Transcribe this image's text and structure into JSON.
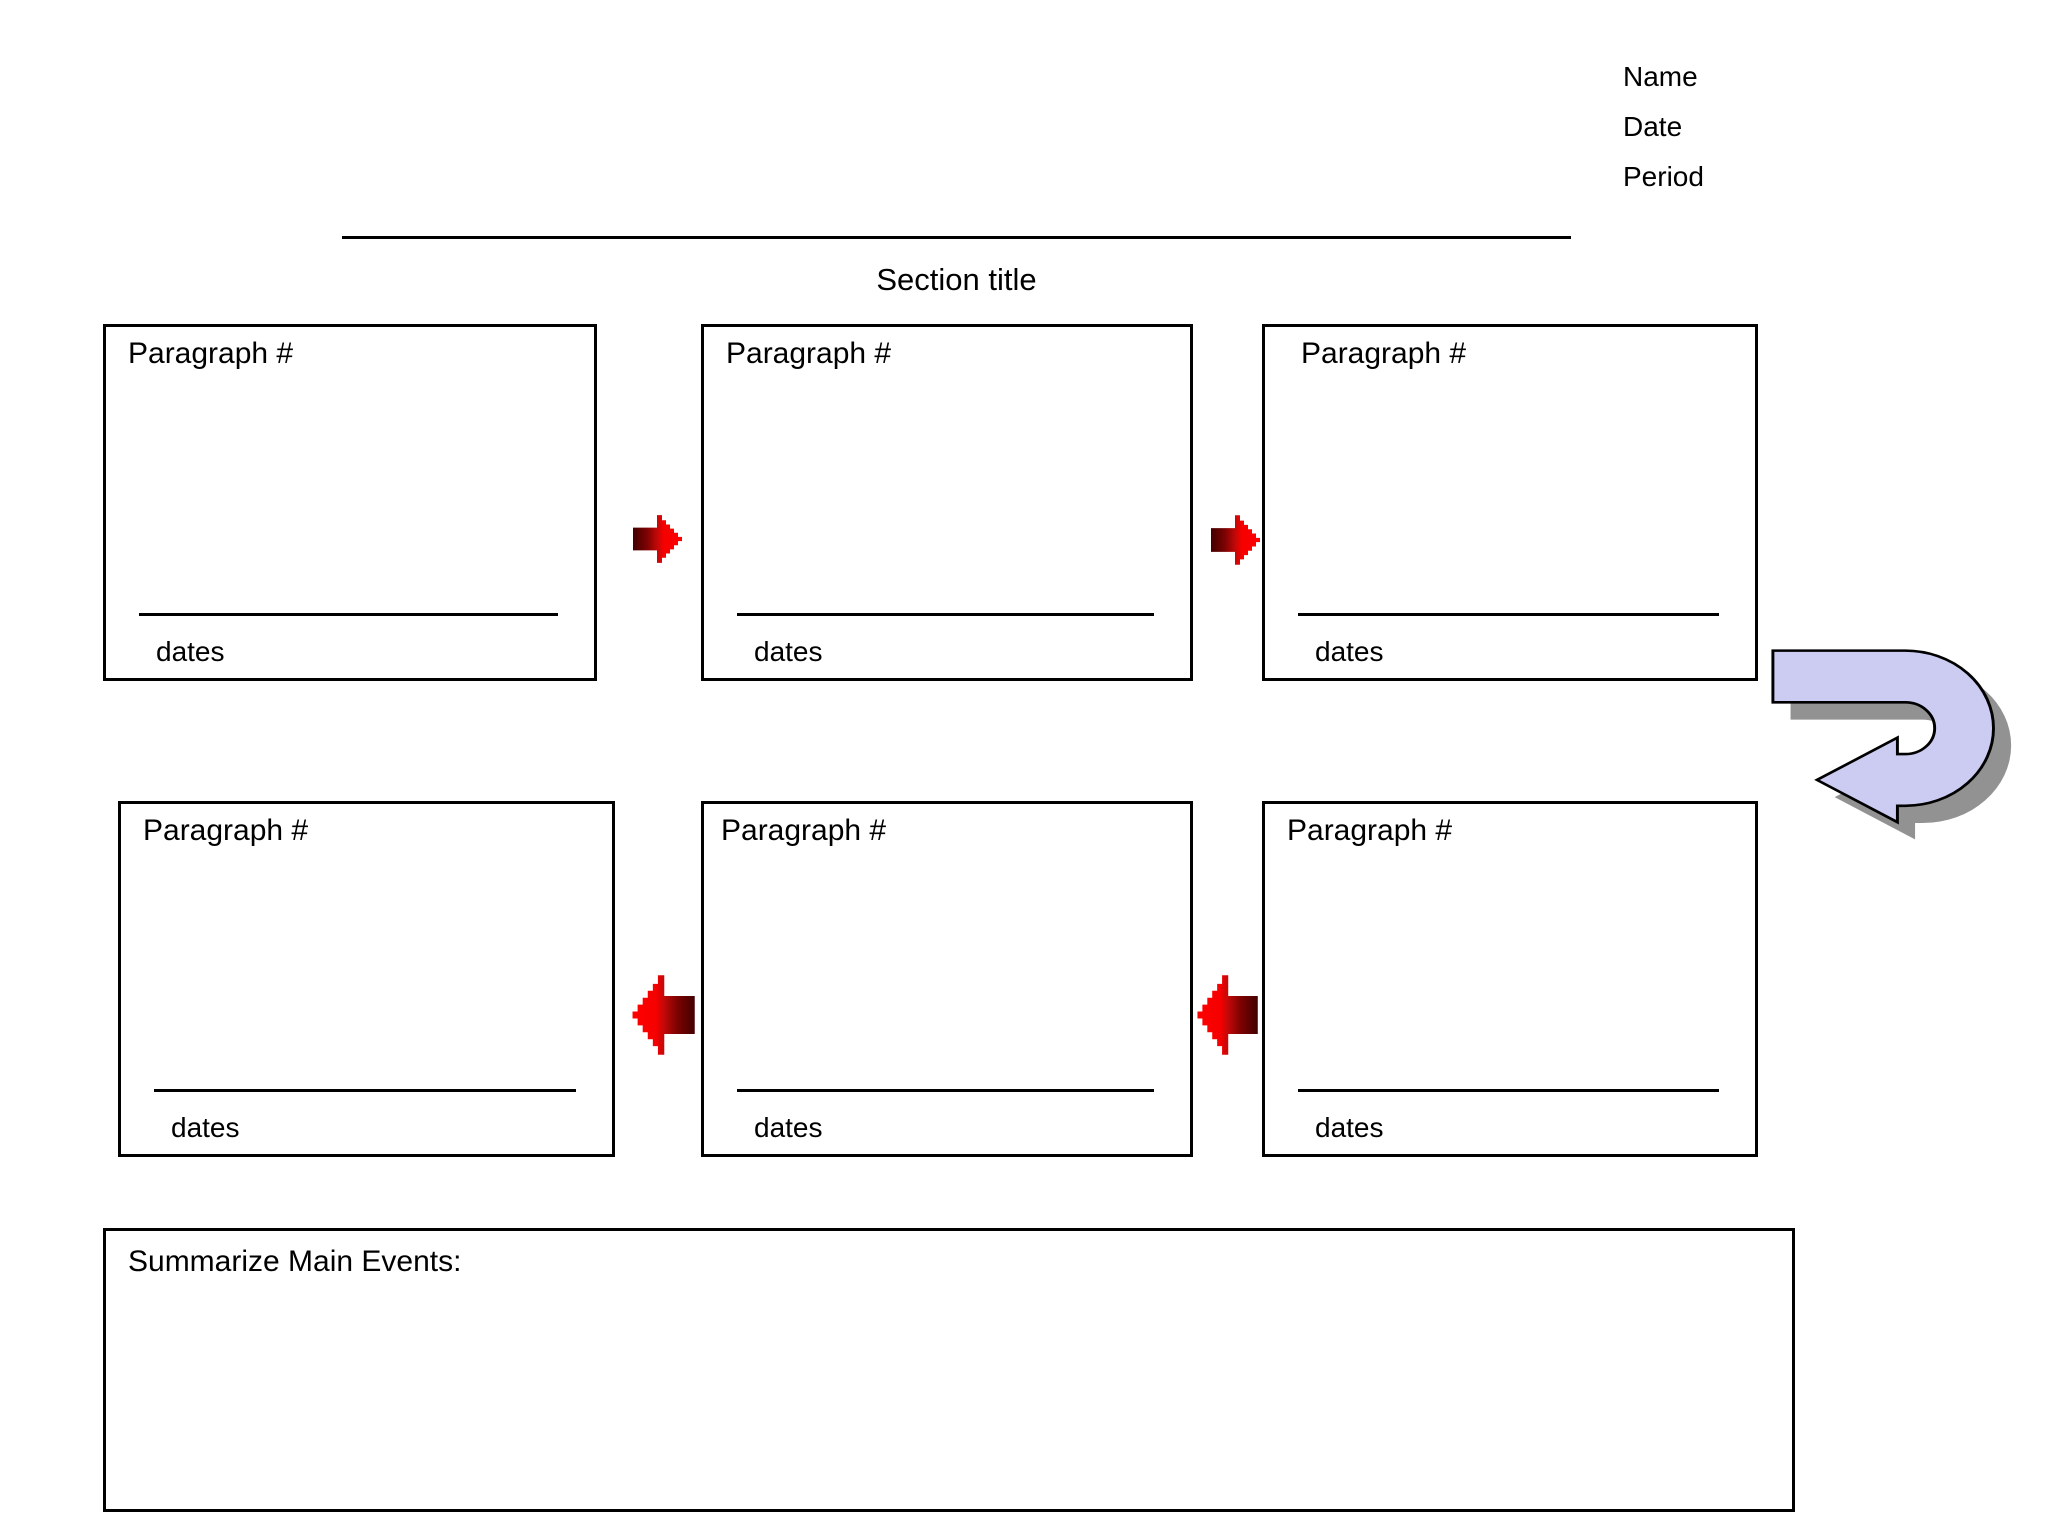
{
  "header": {
    "fields": [
      {
        "label": "Name"
      },
      {
        "label": "Date"
      },
      {
        "label": "Period"
      }
    ],
    "section_title": "Section title"
  },
  "boxes": [
    {
      "label": "Paragraph #",
      "dates_label": "dates"
    },
    {
      "label": "Paragraph #",
      "dates_label": "dates"
    },
    {
      "label": "Paragraph #",
      "dates_label": "dates"
    },
    {
      "label": "Paragraph #",
      "dates_label": "dates"
    },
    {
      "label": "Paragraph #",
      "dates_label": "dates"
    },
    {
      "label": "Paragraph #",
      "dates_label": "dates"
    }
  ],
  "summary": {
    "label": "Summarize Main Events:"
  },
  "icons": {
    "forward": "right-arrow-icon",
    "backward": "left-arrow-icon",
    "loop": "u-turn-arrow-icon"
  },
  "colors": {
    "background": "#ffffff",
    "border": "#000000",
    "text": "#000000",
    "red_arrow_bright": "#ff0000",
    "red_arrow_dark": "#420000",
    "u_turn_arrow_fill": "#ccccf2",
    "u_turn_arrow_outline": "#000000",
    "u_turn_arrow_shadow": "#929292"
  }
}
